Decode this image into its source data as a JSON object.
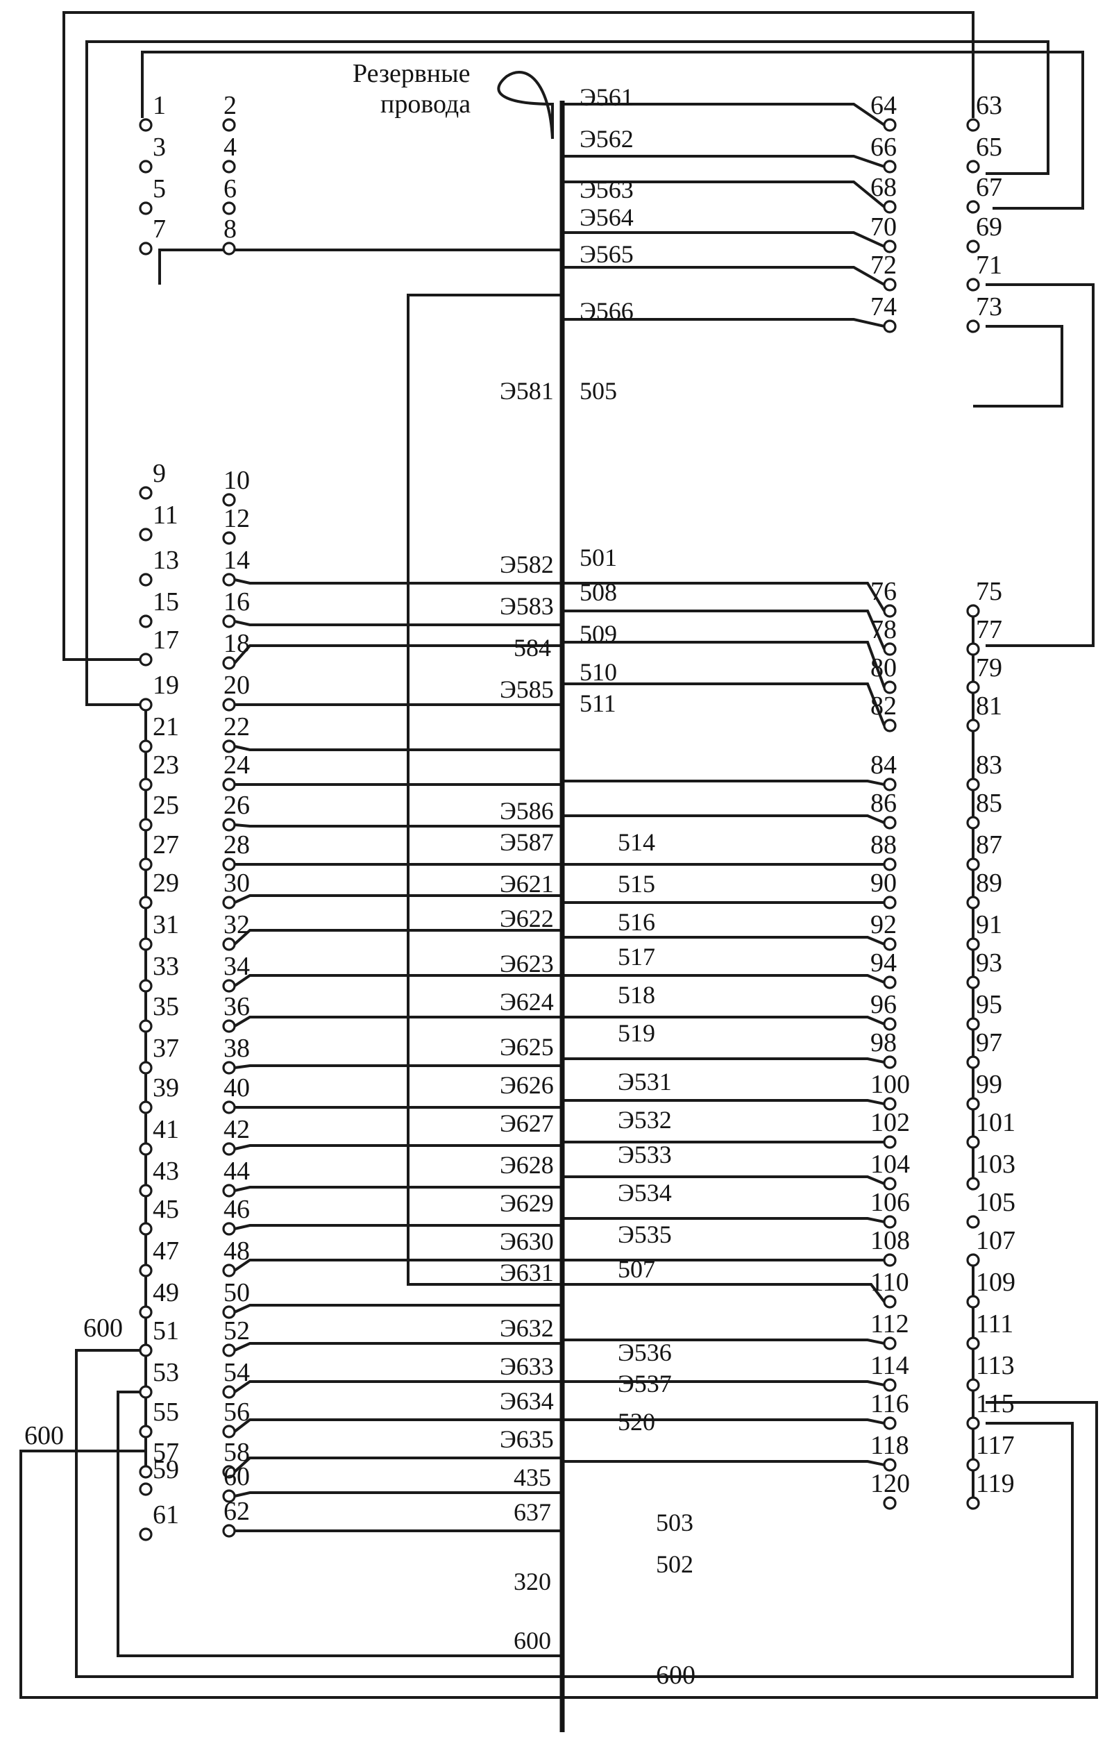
{
  "title_reserve": [
    "Резервные",
    "провода"
  ],
  "colA": [
    "1",
    "3",
    "5",
    "7",
    "9",
    "11",
    "13",
    "15",
    "17",
    "19",
    "21",
    "23",
    "25",
    "27",
    "29",
    "31",
    "33",
    "35",
    "37",
    "39",
    "41",
    "43",
    "45",
    "47",
    "49",
    "51",
    "53",
    "55",
    "57",
    "59",
    "61"
  ],
  "colB": [
    "2",
    "4",
    "6",
    "8",
    "10",
    "12",
    "14",
    "16",
    "18",
    "20",
    "22",
    "24",
    "26",
    "28",
    "30",
    "32",
    "34",
    "36",
    "38",
    "40",
    "42",
    "44",
    "46",
    "48",
    "50",
    "52",
    "54",
    "56",
    "58",
    "60",
    "62"
  ],
  "colC": [
    "64",
    "66",
    "68",
    "70",
    "72",
    "74",
    "76",
    "78",
    "80",
    "82",
    "84",
    "86",
    "88",
    "90",
    "92",
    "94",
    "96",
    "98",
    "100",
    "102",
    "104",
    "106",
    "108",
    "110",
    "112",
    "114",
    "116",
    "118",
    "120"
  ],
  "colD": [
    "63",
    "65",
    "67",
    "69",
    "71",
    "73",
    "75",
    "77",
    "79",
    "81",
    "83",
    "85",
    "87",
    "89",
    "91",
    "93",
    "95",
    "97",
    "99",
    "101",
    "103",
    "105",
    "107",
    "109",
    "111",
    "113",
    "115",
    "117",
    "119"
  ],
  "bus_left_labels": [
    "Э581",
    "Э582",
    "Э583",
    "584",
    "Э585",
    "Э586",
    "Э587",
    "Э621",
    "Э622",
    "Э623",
    "Э624",
    "Э625",
    "Э626",
    "Э627",
    "Э628",
    "Э629",
    "Э630",
    "Э631",
    "Э632",
    "Э633",
    "Э634",
    "Э635",
    "435",
    "637",
    "320",
    "600"
  ],
  "bus_right_labels": [
    "Э561",
    "Э562",
    "Э563",
    "Э564",
    "Э565",
    "Э566",
    "505",
    "501",
    "508",
    "509",
    "510",
    "511",
    "514",
    "515",
    "516",
    "517",
    "518",
    "519",
    "Э531",
    "Э532",
    "Э533",
    "Э534",
    "Э535",
    "507",
    "Э536",
    "Э537",
    "520",
    "503",
    "502"
  ],
  "ground_labels": [
    "600",
    "600",
    "600"
  ]
}
